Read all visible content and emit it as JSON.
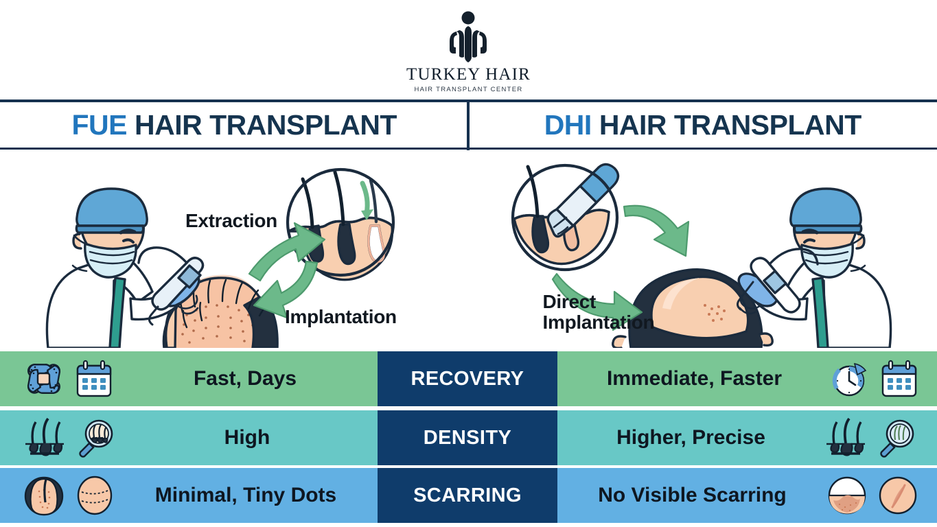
{
  "brand": {
    "name": "TURKEY HAIR",
    "tagline": "HAIR TRANSPLANT CENTER",
    "logo_icon": "hair-follicle-monogram-icon"
  },
  "headings": {
    "left": {
      "accent": "FUE",
      "rest": "HAIR TRANSPLANT"
    },
    "right": {
      "accent": "DHI",
      "rest": "HAIR TRANSPLANT"
    }
  },
  "illustrations": {
    "left": {
      "labels": [
        "Extraction",
        "Implantation"
      ],
      "scene": "surgeon-extracting-follicles-with-punch-tool",
      "inset": "follicle-cross-section-extraction-diagram"
    },
    "right": {
      "labels": [
        "Direct",
        "Implantation"
      ],
      "scene": "surgeon-implanting-with-choi-pen",
      "inset": "choi-implanter-pen-cross-section-diagram"
    }
  },
  "comparison": {
    "rows": [
      {
        "criterion": "RECOVERY",
        "fue_value": "Fast, Days",
        "dhi_value": "Immediate, Faster",
        "fue_icons": [
          "crossed-bandages-icon",
          "calendar-icon"
        ],
        "dhi_icons": [
          "clock-refresh-icon",
          "calendar-icon"
        ],
        "bg_color": "#7ac695"
      },
      {
        "criterion": "DENSITY",
        "fue_value": "High",
        "dhi_value": "Higher, Precise",
        "fue_icons": [
          "hair-follicles-icon",
          "magnifier-follicles-icon"
        ],
        "dhi_icons": [
          "hair-follicles-icon",
          "magnifier-follicles-icon"
        ],
        "bg_color": "#68c8c6"
      },
      {
        "criterion": "SCARRING",
        "fue_value": "Minimal, Tiny Dots",
        "dhi_value": "No Visible Scarring",
        "fue_icons": [
          "scalp-dot-scar-icon",
          "scalp-linear-scar-icon"
        ],
        "dhi_icons": [
          "skin-texture-icon",
          "healed-scar-icon"
        ],
        "bg_color": "#62b0e3"
      }
    ]
  },
  "colors": {
    "navy": "#15344f",
    "accent_blue": "#2176bd",
    "center_label_bg": "#0f3c6b",
    "row_green": "#7ac695",
    "row_teal": "#68c8c6",
    "row_blue": "#62b0e3",
    "skin": "#f8cfb0",
    "glove_blue": "#7fb4e8",
    "arrow_green": "#6cb98a"
  }
}
